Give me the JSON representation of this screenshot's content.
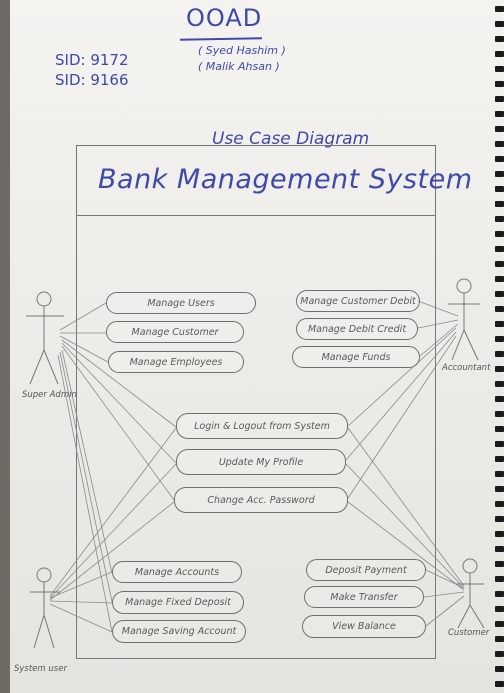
{
  "header": {
    "course": "OOAD",
    "students": [
      {
        "sid": "SID: 9172",
        "name": "( Syed Hashim )"
      },
      {
        "sid": "SID: 9166",
        "name": "( Malik Ahsan )"
      }
    ]
  },
  "diagram_type": "Use Case Diagram",
  "system": {
    "title": "Bank Management System"
  },
  "actors": {
    "super_admin": "Super Admin",
    "accountant": "Accountant",
    "system_user": "System user",
    "customer": "Customer"
  },
  "use_cases": {
    "manage_users": "Manage Users",
    "manage_customer": "Manage Customer",
    "manage_employees": "Manage Employees",
    "manage_customer_debit": "Manage Customer Debit",
    "manage_debit_credit": "Manage Debit Credit",
    "manage_funds": "Manage Funds",
    "login_logout": "Login & Logout from System",
    "update_profile": "Update My Profile",
    "change_password": "Change Acc. Password",
    "manage_accounts": "Manage Accounts",
    "manage_fixed_deposit": "Manage Fixed Deposit",
    "manage_saving_account": "Manage Saving Account",
    "deposit_payment": "Deposit Payment",
    "make_transfer": "Make Transfer",
    "view_balance": "View Balance"
  },
  "colors": {
    "ink": "#3f49a8",
    "pencil": "#6a6a6a",
    "paper": "#f1f0ec"
  }
}
